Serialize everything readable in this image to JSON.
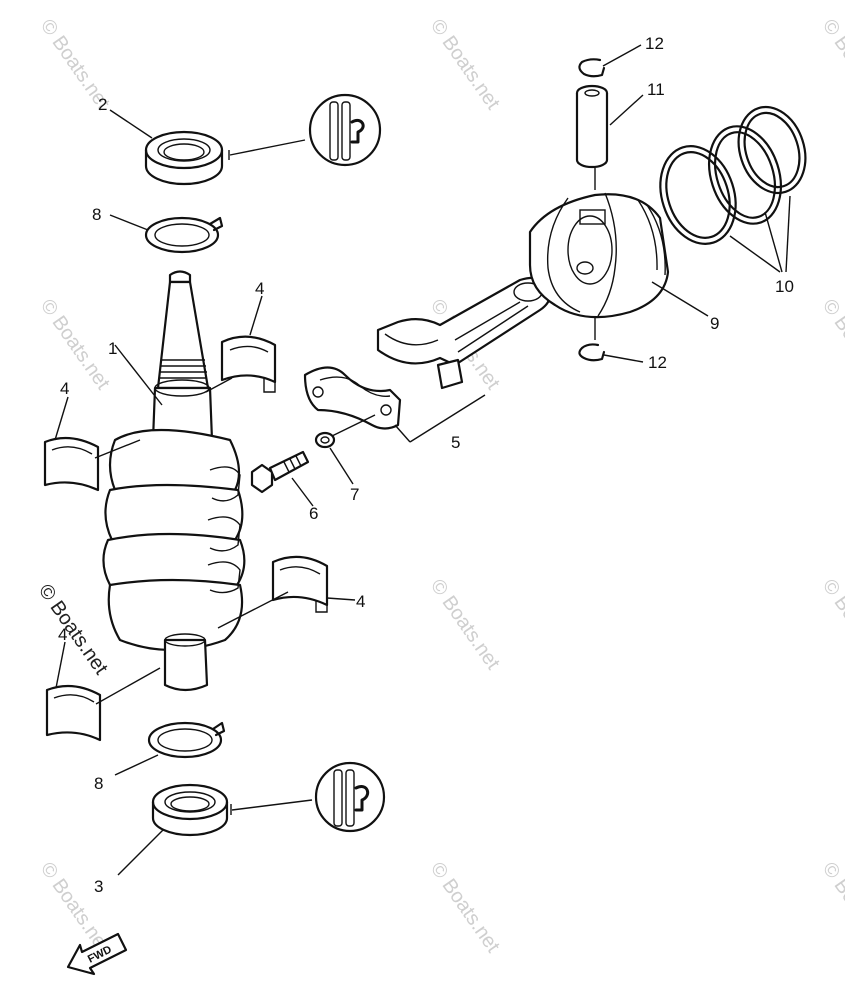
{
  "watermark": "© Boats.net",
  "fwd_label": "FWD",
  "callouts": {
    "c1": "1",
    "c2": "2",
    "c3": "3",
    "c4": "4",
    "c5": "5",
    "c6": "6",
    "c7": "7",
    "c8": "8",
    "c9": "9",
    "c10": "10",
    "c11": "11",
    "c12": "12"
  }
}
